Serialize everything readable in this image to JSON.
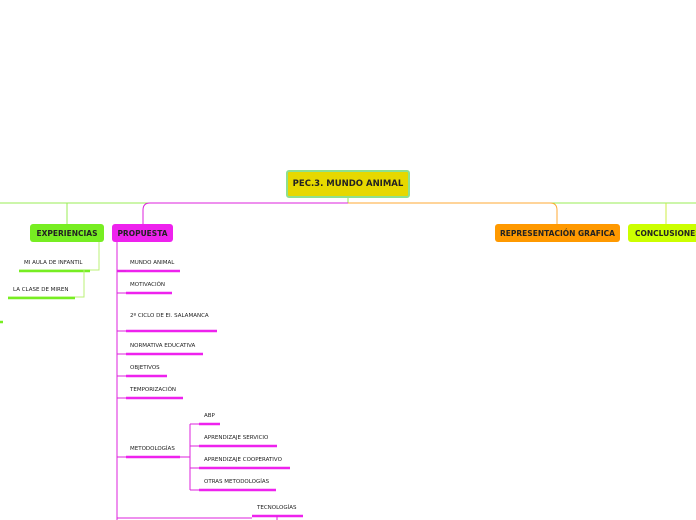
{
  "root": {
    "label": "PEC.3. MUNDO ANIMAL",
    "color": "#e6d800"
  },
  "branches": [
    {
      "label": "EXPERIENCIAS",
      "color": "#77ee22"
    },
    {
      "label": "PROPUESTA",
      "color": "#ee22ee"
    },
    {
      "label": "REPRESENTACIÓN GRAFICA",
      "color": "#ff9900"
    },
    {
      "label": "CONCLUSIONES",
      "color": "#ccff00"
    }
  ],
  "experiencias": [
    {
      "label": "MI AULA DE INFANTIL"
    },
    {
      "label": "LA CLASE DE MIREN"
    }
  ],
  "propuesta": [
    {
      "label": "MUNDO ANIMAL"
    },
    {
      "label": "MOTIVACIÓN"
    },
    {
      "label": "2º CICLO DE EI. SALAMANCA"
    },
    {
      "label": "NORMATIVA EDUCATIVA"
    },
    {
      "label": "OBJETIVOS"
    },
    {
      "label": "TEMPORIZACIÓN"
    },
    {
      "label": "METODOLOGÍAS"
    },
    {
      "label": "TECNOLOGÍAS"
    }
  ],
  "metodologias": [
    {
      "label": "ABP"
    },
    {
      "label": "APRENDIZAJE SERVICIO"
    },
    {
      "label": "APRENDIZAJE COOPERATIVO"
    },
    {
      "label": "OTRAS METODOLOGÍAS"
    }
  ],
  "colors": {
    "green_line": "#99ee55",
    "magenta_line": "#dd22dd",
    "orange_line": "#ffaa33",
    "root_border": "#8ee08e"
  }
}
